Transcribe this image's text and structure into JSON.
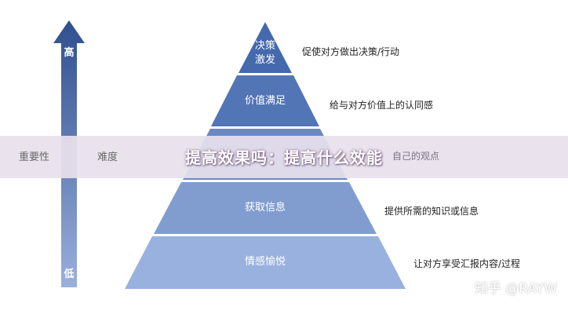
{
  "arrow": {
    "top_label": "高",
    "bottom_label": "低"
  },
  "levels": [
    {
      "label_lines": [
        "决策",
        "激发"
      ],
      "description": "促使对方做出决策/行动"
    },
    {
      "label_lines": [
        "价值满足"
      ],
      "description": "给与对方价值上的认同感"
    },
    {
      "label_lines": [
        ""
      ],
      "description": "自己的观点"
    },
    {
      "label_lines": [
        "获取信息"
      ],
      "description": "提供所需的知识或信息"
    },
    {
      "label_lines": [
        "情感愉悦"
      ],
      "description": "让对方享受汇报内容/过程"
    }
  ],
  "banner": {
    "left_label_1": "重要性",
    "left_label_2": "难度",
    "title": "提高效果吗：提高什么效能",
    "right_fragment": "自己的观点"
  },
  "watermark": "知乎 @RAYW",
  "colors": {
    "arrow": "#3b5c9e",
    "pyramid_top": "#4267ad",
    "pyramid_bottom": "#9bb2e0"
  }
}
